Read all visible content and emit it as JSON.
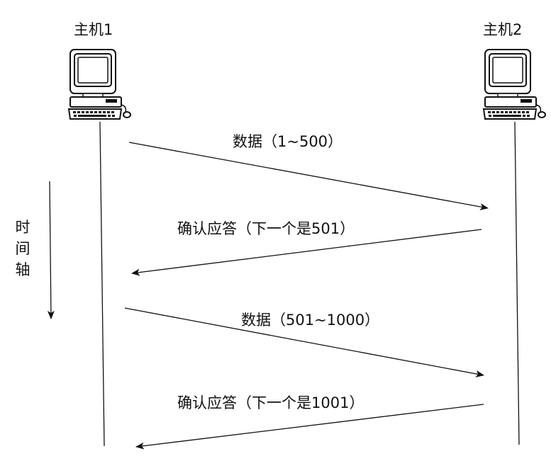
{
  "hosts": {
    "host1": "主机1",
    "host2": "主机2"
  },
  "messages": [
    {
      "label": "数据（1~500）",
      "direction": "host1-to-host2"
    },
    {
      "label": "确认应答（下一个是501）",
      "direction": "host2-to-host1"
    },
    {
      "label": "数据（501~1000）",
      "direction": "host1-to-host2"
    },
    {
      "label": "确认应答（下一个是1001）",
      "direction": "host2-to-host1"
    }
  ],
  "time_axis": {
    "label": "时间轴"
  },
  "icons": {
    "host1": "computer-icon",
    "host2": "computer-icon"
  },
  "colors": {
    "line": "#111111",
    "background": "#ffffff"
  }
}
